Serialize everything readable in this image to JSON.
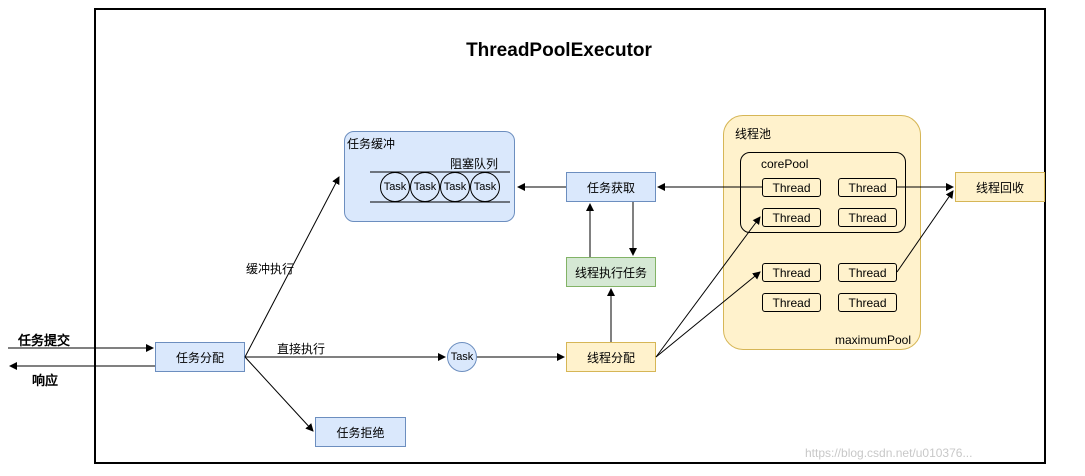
{
  "title": "ThreadPoolExecutor",
  "left": {
    "submit": "任务提交",
    "respond": "响应"
  },
  "nodes": {
    "dispatch": "任务分配",
    "buffer_region": "任务缓冲",
    "blocking_queue": "阻塞队列",
    "queue_tasks": [
      "Task",
      "Task",
      "Task",
      "Task"
    ],
    "reject": "任务拒绝",
    "task": "Task",
    "thread_dispatch": "线程分配",
    "fetch": "任务获取",
    "execute": "线程执行任务",
    "pool": "线程池",
    "core_pool": "corePool",
    "maximum_pool": "maximumPool",
    "core_threads": [
      "Thread",
      "Thread",
      "Thread",
      "Thread"
    ],
    "max_threads": [
      "Thread",
      "Thread",
      "Thread",
      "Thread"
    ],
    "recycle": "线程回收"
  },
  "edges": {
    "buffer_exec": "缓冲执行",
    "direct_exec": "直接执行"
  },
  "watermark": "https://blog.csdn.net/u010376...",
  "colors": {
    "blue_fill": "#dae8fc",
    "blue_stroke": "#6c8ebf",
    "yellow_fill": "#fff2cc",
    "yellow_stroke": "#d6b656",
    "green_fill": "#d5e8d4",
    "green_stroke": "#82b366"
  }
}
